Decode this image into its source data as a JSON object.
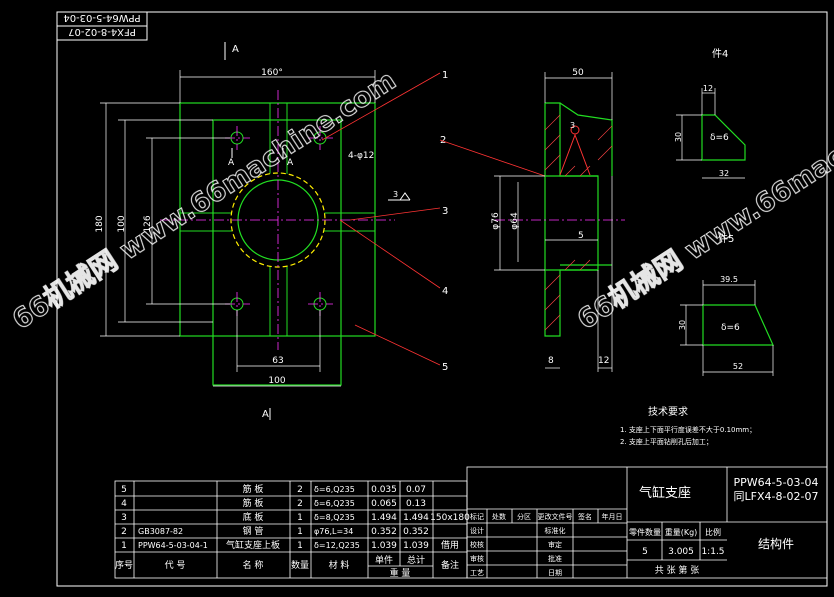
{
  "drawing": {
    "drawing_no_top_line1": "PPW64-5-03-04",
    "drawing_no_top_line2": "PFX4-8-02-07",
    "title": "气缸支座",
    "drawing_no_line1": "PPW64-5-03-04",
    "drawing_no_line2": "同LFX4-8-02-07",
    "type": "结构件",
    "part_count": "5",
    "weight": "3.005",
    "scale": "1:1.5",
    "sheet_info": "共  张  第  张",
    "col_part_count": "零件数量",
    "col_weight": "重量(Kg)",
    "col_scale": "比例"
  },
  "watermark": {
    "text": "66机械网 www.66machine.com"
  },
  "views": {
    "section_label": "A",
    "part4_label": "件4",
    "part5_label": "件5",
    "leaders": [
      "1",
      "2",
      "3",
      "4",
      "5"
    ],
    "weld_symbol": "3"
  },
  "dimensions": {
    "top_angle": "160°",
    "dim_180": "180",
    "dim_126": "126",
    "dim_100_side": "100",
    "dim_63": "63",
    "dim_100_bottom": "100",
    "holes": "4-φ12",
    "dim_50": "50",
    "dim_76": "φ76",
    "dim_64": "φ64",
    "dim_5": "5",
    "dim_8": "8",
    "dim_12": "12",
    "p4_12": "12",
    "p4_30": "30",
    "p4_thk": "δ=6",
    "p4_32": "32",
    "p5_395": "39.5",
    "p5_30": "30",
    "p5_thk": "δ=6",
    "p5_52": "52"
  },
  "notes": {
    "title": "技术要求",
    "items": [
      "1. 支座上下面平行度误差不大于0.10mm；",
      "2. 支座上平面钻削孔后加工；"
    ]
  },
  "bom": {
    "headers": [
      "序号",
      "代  号",
      "名    称",
      "数量",
      "材  料",
      "单件",
      "总计",
      "备注"
    ],
    "weight_header": "重  量",
    "rows": [
      {
        "no": "5",
        "code": "",
        "name": "筋  板",
        "qty": "2",
        "mat": "δ=6,Q235",
        "unit": "0.035",
        "total": "0.07",
        "note": ""
      },
      {
        "no": "4",
        "code": "",
        "name": "筋  板",
        "qty": "2",
        "mat": "δ=6,Q235",
        "unit": "0.065",
        "total": "0.13",
        "note": ""
      },
      {
        "no": "3",
        "code": "",
        "name": "底  板",
        "qty": "1",
        "mat": "δ=8,Q235",
        "unit": "1.494",
        "total": "1.494",
        "note": "150x180"
      },
      {
        "no": "2",
        "code": "GB3087-82",
        "name": "钢  管",
        "qty": "1",
        "mat": "φ76,L=34",
        "unit": "0.352",
        "total": "0.352",
        "note": ""
      },
      {
        "no": "1",
        "code": "PPW64-5-03-04-1",
        "name": "气缸支座上板",
        "qty": "1",
        "mat": "δ=12,Q235",
        "unit": "1.039",
        "total": "1.039",
        "note": "借用"
      }
    ]
  },
  "title_block": {
    "row1": [
      "标记",
      "处数",
      "分区",
      "更改文件号",
      "签名",
      "年月日"
    ],
    "left_labels": [
      "设计",
      "校核",
      "审核",
      "工艺"
    ],
    "mid_labels": [
      "标准化",
      "审定",
      "批准",
      "日期"
    ]
  }
}
